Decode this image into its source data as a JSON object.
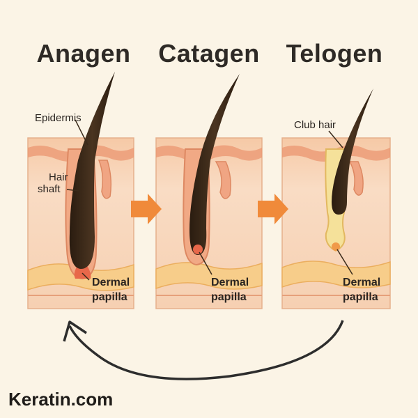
{
  "phases": [
    {
      "title": "Anagen"
    },
    {
      "title": "Catagen"
    },
    {
      "title": "Telogen"
    }
  ],
  "labels": {
    "epidermis": "Epidermis",
    "hair_shaft_line1": "Hair",
    "hair_shaft_line2": "shaft",
    "club_hair": "Club hair",
    "dermal": "Dermal",
    "papilla": "papilla"
  },
  "brand": "Keratin.com",
  "colors": {
    "background": "#fbf4e6",
    "skin": "#f7d7bd",
    "skin_edge": "#e9a27c",
    "fat_layer": "#f7cd8a",
    "hair": "#3c2a1a",
    "arrow": "#f08a3a",
    "cycle_arrow": "#2d2d2d"
  }
}
